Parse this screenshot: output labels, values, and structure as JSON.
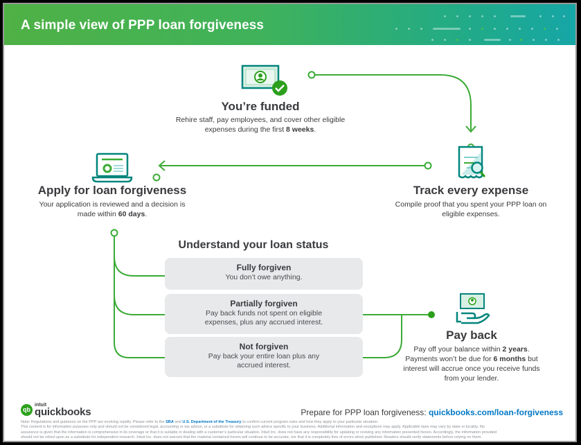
{
  "header": {
    "title": "A simple view of PPP loan forgiveness"
  },
  "colors": {
    "brand_green": "#2ca01c",
    "line_green": "#3aaa35",
    "teal": "#00857c",
    "light_teal": "#8fd6d2",
    "text_dark": "#393a3d",
    "link_blue": "#0077c5",
    "card_gray": "#e8e9eb"
  },
  "steps": {
    "funded": {
      "icon": "money-check-icon",
      "title": "You’re funded",
      "desc_line1": "Rehire staff, pay employees, and cover other eligible",
      "desc_line2_pre": "expenses during the first ",
      "desc_line2_bold": "8 weeks",
      "desc_line2_post": "."
    },
    "track": {
      "icon": "receipt-magnifier-icon",
      "title": "Track every expense",
      "desc_line1": "Compile proof that you spent your PPP loan on",
      "desc_line2": "eligible expenses."
    },
    "apply": {
      "icon": "laptop-icon",
      "title": "Apply for loan forgiveness",
      "desc_line1": "Your application is reviewed and a decision is",
      "desc_line2_pre": "made within ",
      "desc_line2_bold": "60 days",
      "desc_line2_post": "."
    },
    "payback": {
      "icon": "hand-money-icon",
      "title": "Pay back",
      "desc_line1_pre": "Pay off your balance within ",
      "desc_line1_bold": "2 years",
      "desc_line1_post": ".",
      "desc_line2_pre": "Payments won’t be due for ",
      "desc_line2_bold": "6 months",
      "desc_line2_post": " but",
      "desc_line3": "interest will accrue once you receive funds",
      "desc_line4": "from your lender."
    }
  },
  "status": {
    "heading": "Understand your loan status",
    "cards": [
      {
        "title": "Fully forgiven",
        "desc": "You don’t owe anything."
      },
      {
        "title": "Partially forgiven",
        "desc": "Pay back funds not spent on eligible expenses, plus any accrued interest."
      },
      {
        "title": "Not forgiven",
        "desc": "Pay back your entire loan plus any accrued interest."
      }
    ]
  },
  "footer": {
    "logo_intuit": "intuit",
    "logo_word": "quickbooks",
    "logo_mark": "qb",
    "prepare_text": "Prepare for PPP loan forgiveness: ",
    "prepare_link": "quickbooks.com/loan-forgiveness",
    "note_line1_pre": "Note: Regulations and guidance on the PPP are evolving rapidly. Please refer to the ",
    "note_link1": "SBA",
    "note_line1_mid": " and ",
    "note_link2": "U.S. Department of the Treasury",
    "note_line1_post": " to confirm current program rules and how they apply to your particular situation.",
    "note_line2": "This content is for information purposes only and should not be considered legal, accounting or tax advice, or a substitute for obtaining such advice specific to your business. Additional information and exceptions may apply. Applicable laws may vary by state or locality. No",
    "note_line3": "assurance is given that the information is comprehensive in its coverage or that it is suitable in dealing with a customer’s particular situation. Intuit Inc. does not have any responsibility for updating or revising any information presented herein. Accordingly, the information provided",
    "note_line4": "should not be relied upon as a substitute for independent research. Intuit Inc. does not warrant that the material contained herein will continue to be accurate, nor that it is completely free of errors when published. Readers should verify statements before relying on them."
  }
}
